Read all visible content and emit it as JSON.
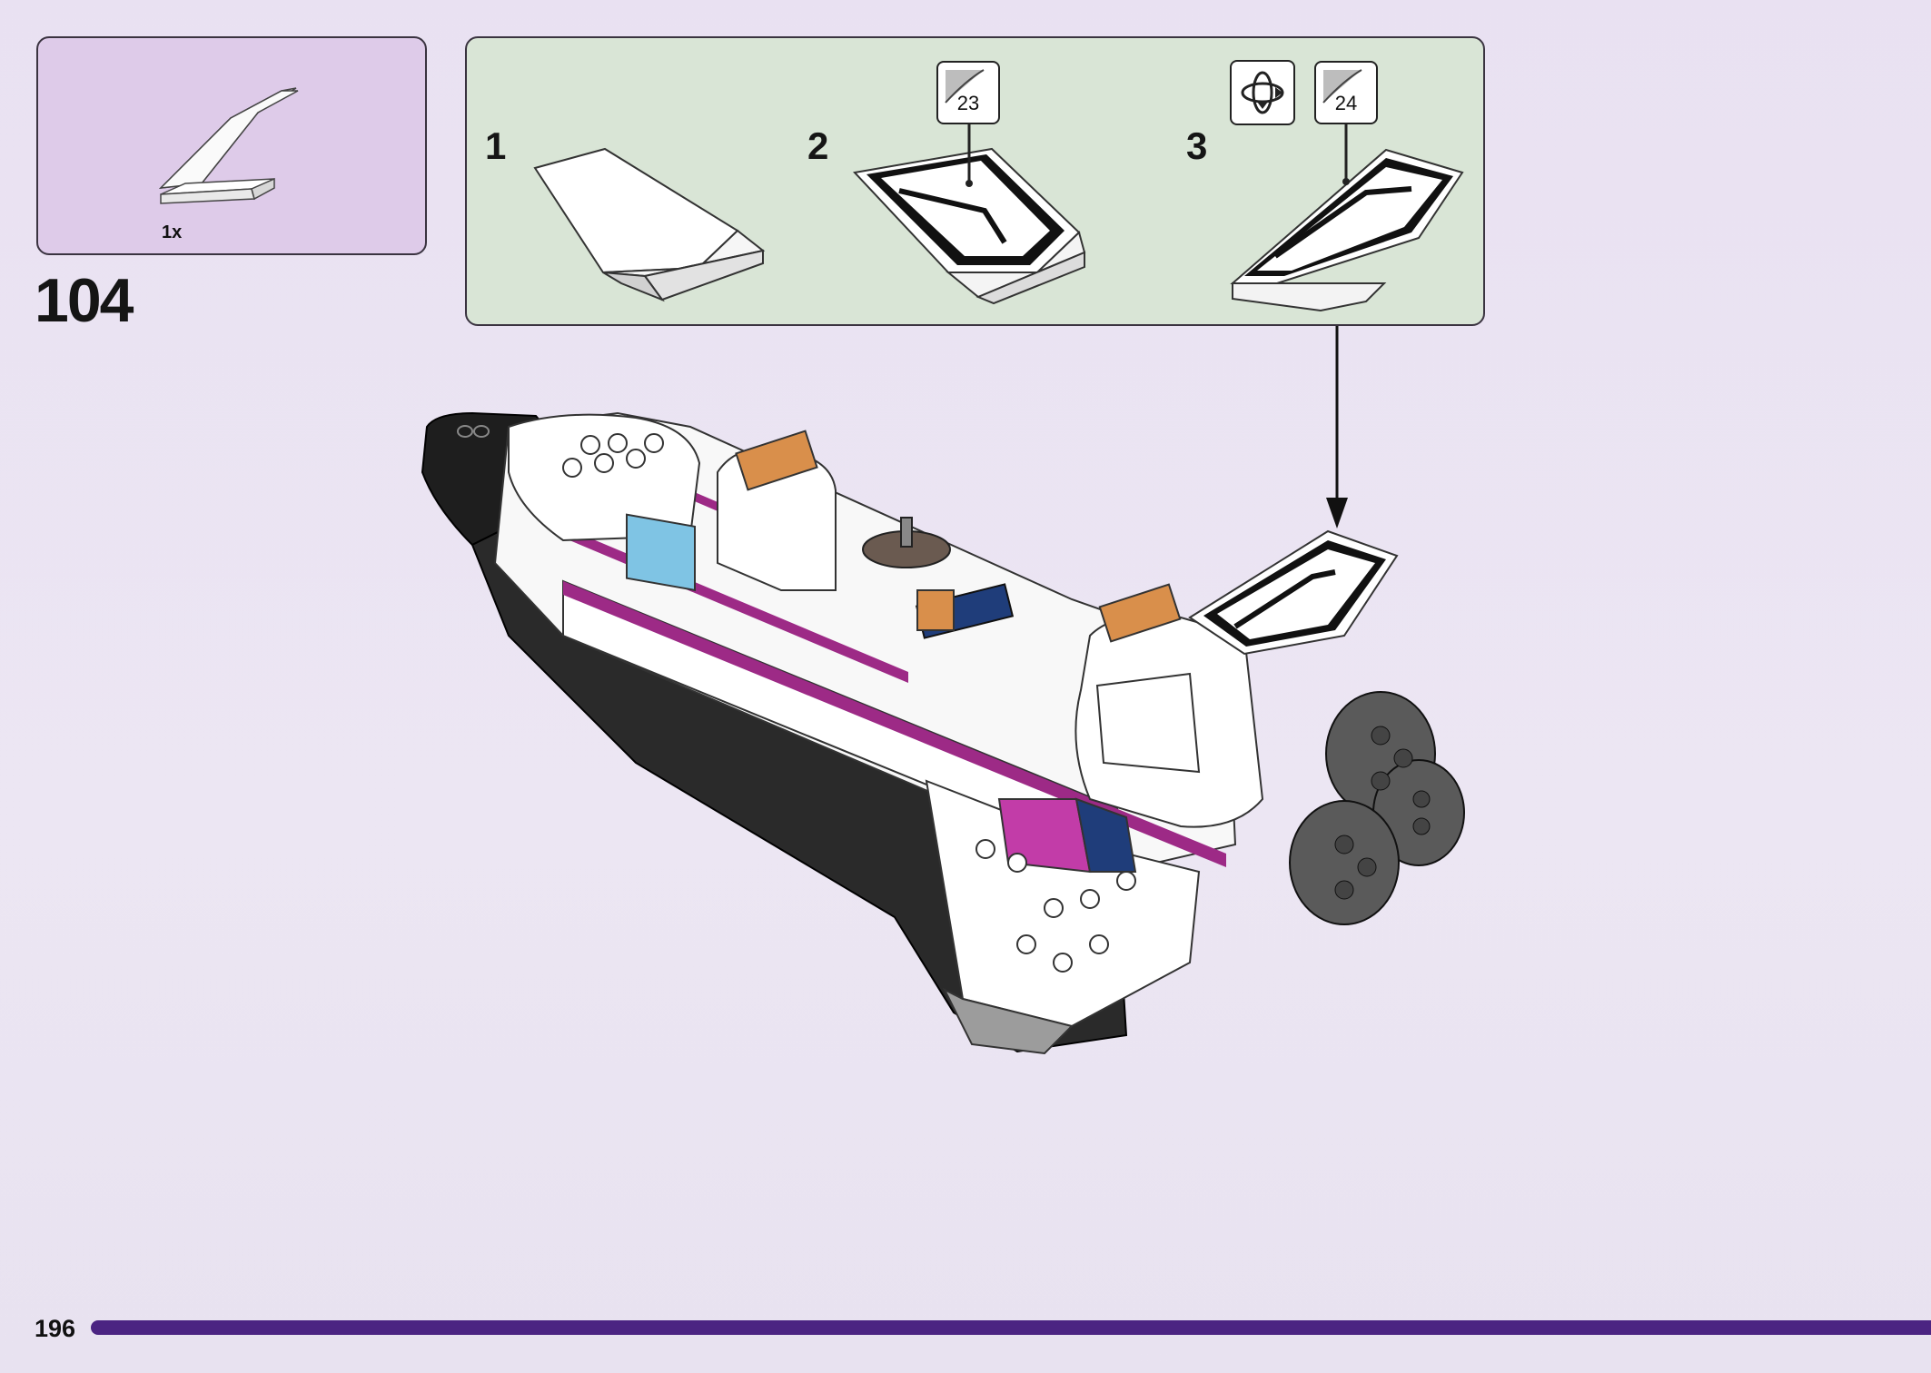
{
  "step": {
    "number": "104"
  },
  "parts_list": {
    "quantity": "1x",
    "part_name": "tail-fin-wedge-plate"
  },
  "substeps": [
    {
      "label": "1"
    },
    {
      "label": "2",
      "sticker": "23"
    },
    {
      "label": "3",
      "sticker": "24"
    }
  ],
  "icons": [
    "rotate-model-icon"
  ],
  "colors": {
    "page_background": "#ece4f3",
    "parts_box": "#decbe9",
    "substep_box": "#d9e5d6",
    "page_bar": "#4b2482",
    "stripe_magenta": "#9d2a86",
    "panel_dark_blue": "#1f3d7a",
    "cockpit_blue": "#7fc4e4",
    "hinge_orange": "#d98f4b",
    "engine_grey": "#5a5a5a"
  },
  "footer": {
    "page_number": "196"
  }
}
